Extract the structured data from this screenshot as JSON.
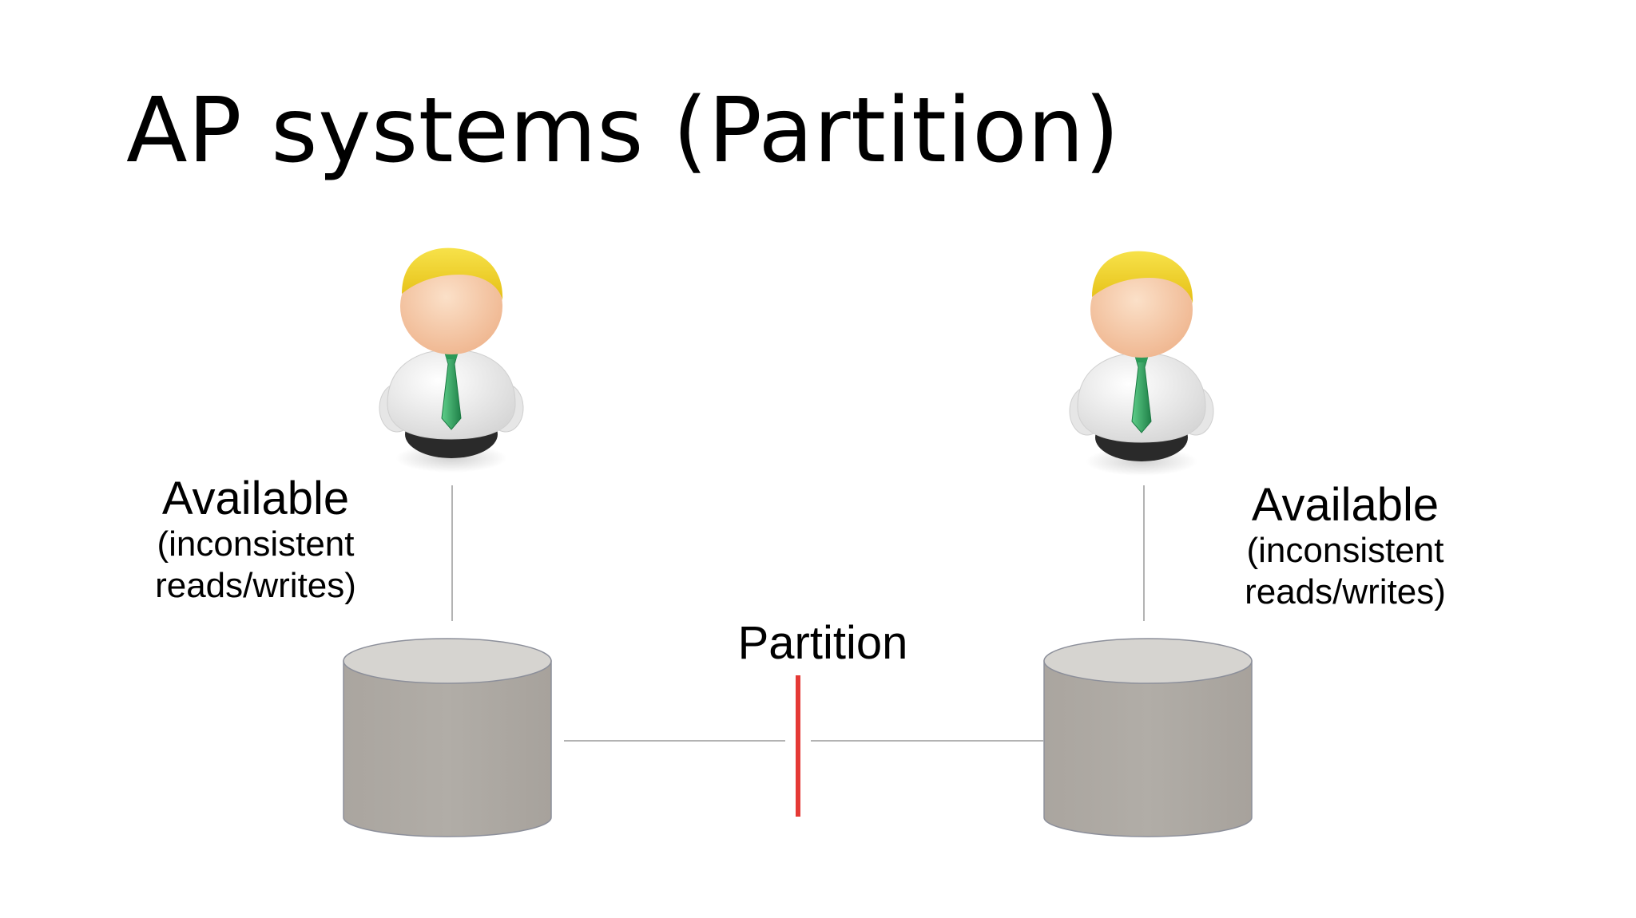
{
  "slide": {
    "title": "AP systems (Partition)"
  },
  "left_node": {
    "label": "Available",
    "sublabel_line1": "(inconsistent",
    "sublabel_line2": "reads/writes)"
  },
  "right_node": {
    "label": "Available",
    "sublabel_line1": "(inconsistent",
    "sublabel_line2": "reads/writes)"
  },
  "partition": {
    "label": "Partition",
    "marker_color": "#e53935"
  },
  "colors": {
    "database_body": "#aea9a3",
    "database_top": "#d6d4d0",
    "database_outline": "#8c8f9a",
    "connector_line": "#9a9a9a",
    "user_hair": "#f2d02a",
    "user_face": "#f3c8a6",
    "user_shirt": "#f2f2f2",
    "user_tie": "#2e9a57",
    "user_pants": "#2a2a2a"
  },
  "icons": {
    "user": "user-person-icon",
    "database": "database-cylinder-icon"
  }
}
